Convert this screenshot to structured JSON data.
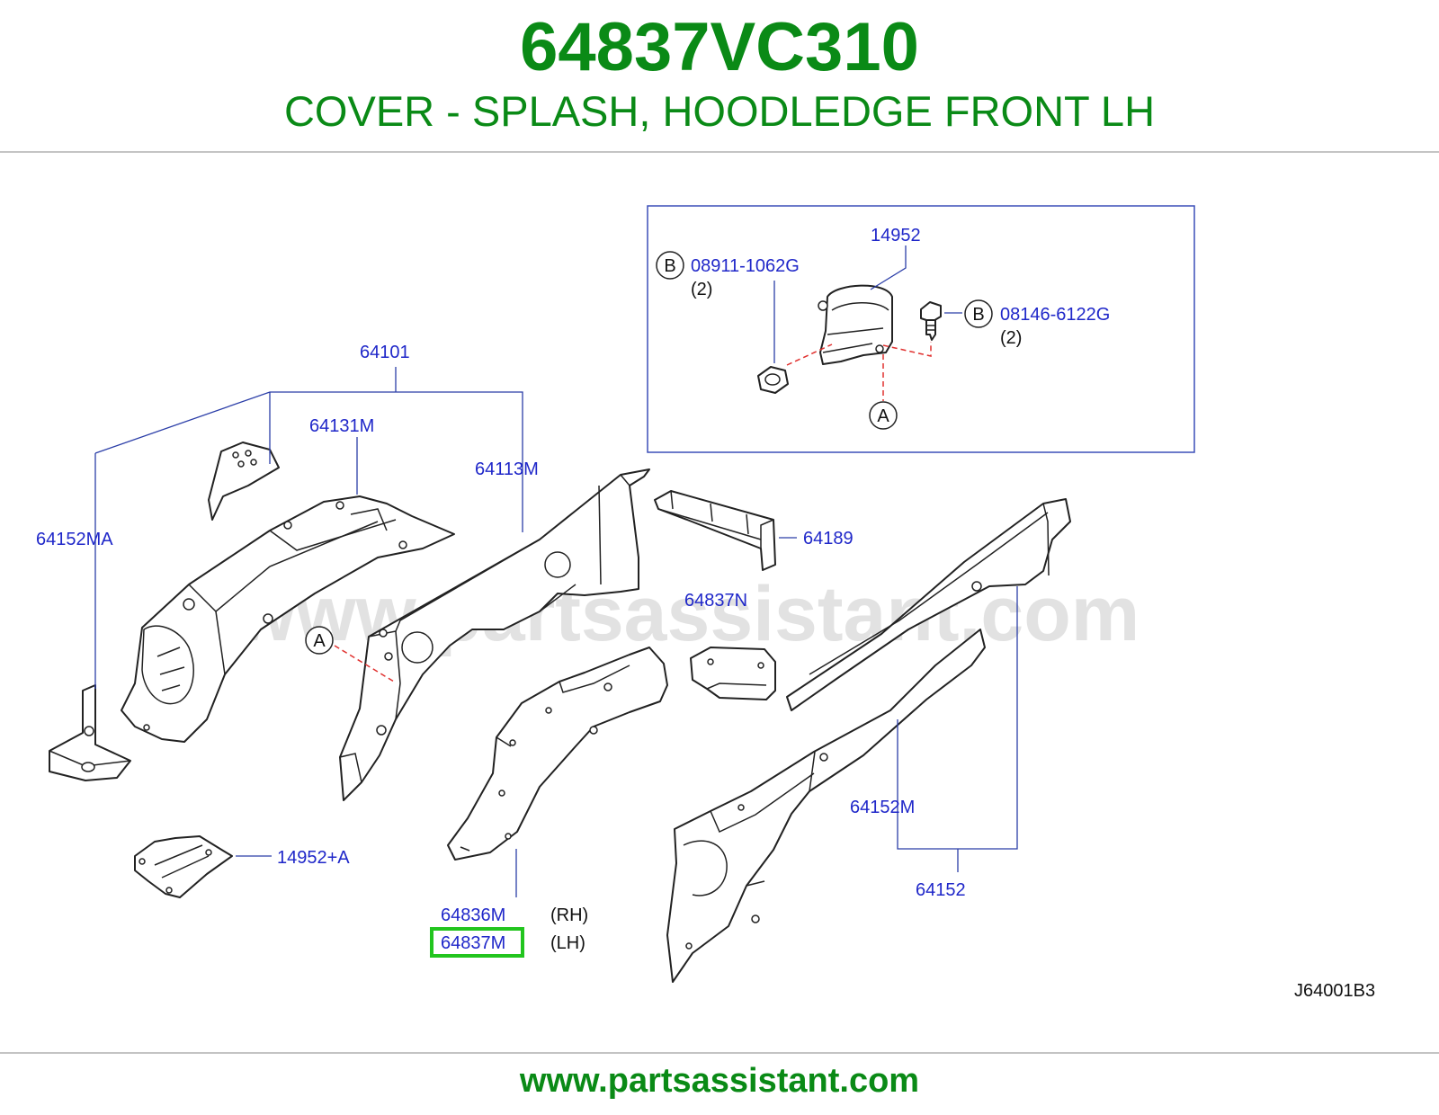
{
  "header": {
    "part_number": "64837VC310",
    "description": "COVER - SPLASH, HOODLEDGE FRONT LH"
  },
  "watermark": "www.partsassistant.com",
  "diagram": {
    "code": "J64001B3",
    "labels": {
      "p64101": "64101",
      "p64131m": "64131M",
      "p64113m": "64113M",
      "p64152ma": "64152MA",
      "p64189": "64189",
      "p64837n": "64837N",
      "p14952a": "14952+A",
      "p64836m": "64836M",
      "p64837m": "64837M",
      "rh": "(RH)",
      "lh": "(LH)",
      "p64152m": "64152M",
      "p64152": "64152",
      "p14952": "14952",
      "p08911": "08911-1062G",
      "p08146": "08146-6122G",
      "qty_left": "(2)",
      "qty_right": "(2)",
      "ref_a": "A",
      "ref_b": "B"
    },
    "highlight_color": "#22c51e"
  },
  "footer": {
    "url": "www.partsassistant.com"
  }
}
